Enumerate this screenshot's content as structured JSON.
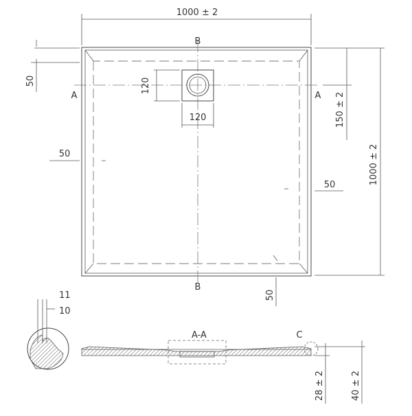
{
  "plan": {
    "width_dim": "1000 ± 2",
    "height_dim": "1000 ± 2",
    "drain_offset_dim": "150 ± 2",
    "drain_width": "120",
    "drain_height": "120",
    "offset_left_top": "50",
    "offset_left_mid": "50",
    "offset_right_mid": "50",
    "offset_bottom": "50",
    "section_b": "B",
    "section_a": "A"
  },
  "detail_c": {
    "dim_top": "11",
    "dim_bottom": "10"
  },
  "section_view": {
    "title": "A-A",
    "callout": "C",
    "dim_height_inner": "28 ± 2",
    "dim_height_outer": "40 ± 2"
  },
  "colors": {
    "line": "#444444",
    "hatch": "#888888"
  }
}
